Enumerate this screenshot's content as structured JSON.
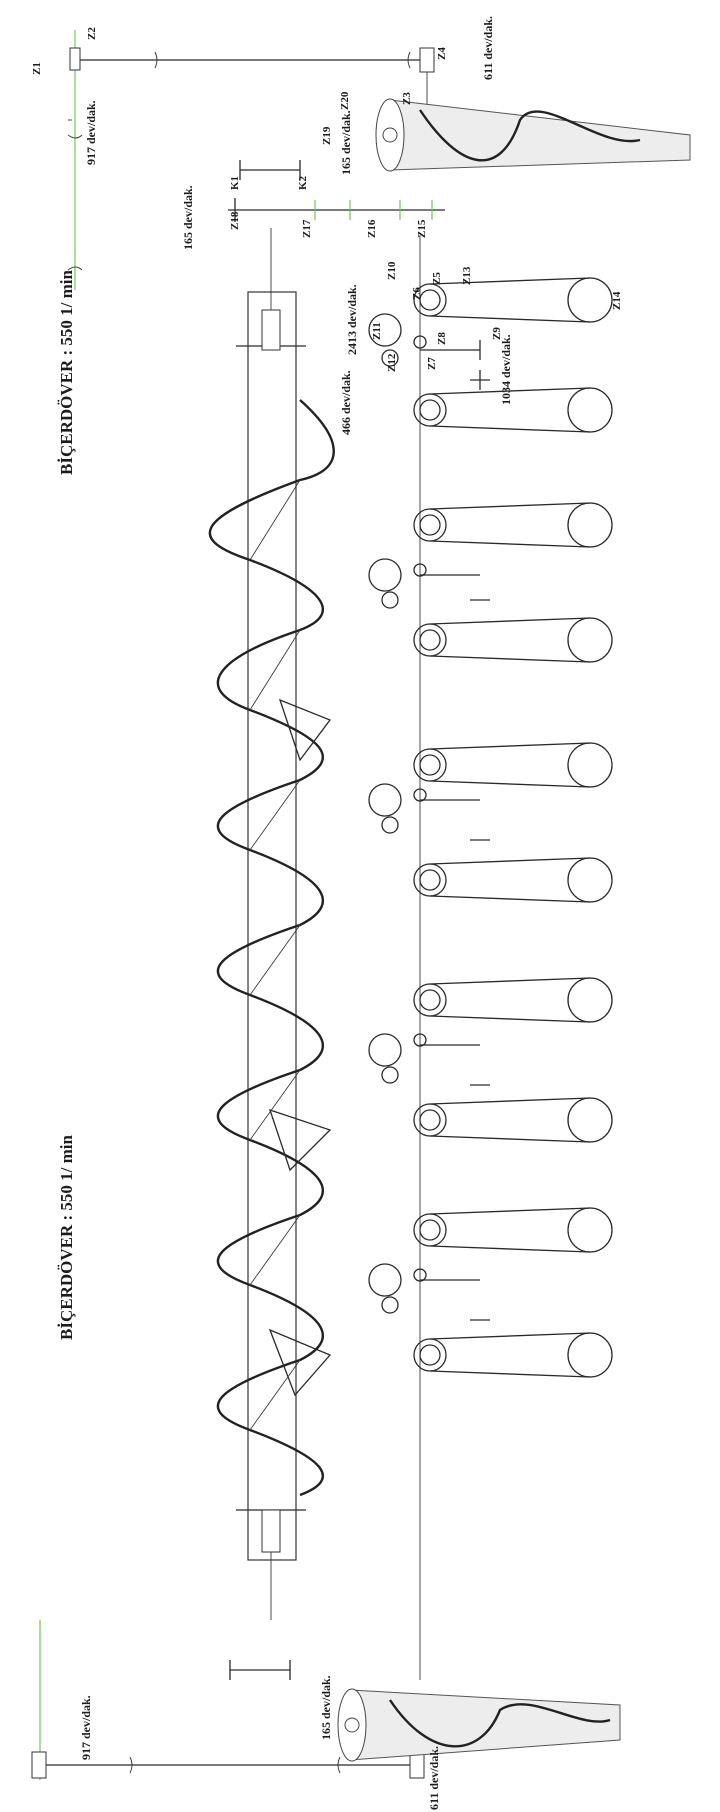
{
  "header": {
    "top": "BİÇERDÖVER : 550 1/ min",
    "bottom": "BİÇERDÖVER : 550 1/ min"
  },
  "speeds": {
    "s917": "917 dev/dak.",
    "s611": "611 dev/dak.",
    "s165": "165 dev/dak.",
    "s2413": "2413 dev/dak.",
    "s466": "466 dev/dak.",
    "s1034": "1034 dev/dak."
  },
  "gears": {
    "z1": "Z1",
    "z2": "Z2",
    "z3": "Z3",
    "z4": "Z4",
    "z5": "Z5",
    "z6": "Z6",
    "z7": "Z7",
    "z8": "Z8",
    "z9": "Z9",
    "z10": "Z10",
    "z11": "Z11",
    "z12": "Z12",
    "z13": "Z13",
    "z14": "Z14",
    "z15": "Z15",
    "z16": "Z16",
    "z17": "Z17",
    "z18": "Z18",
    "z19": "Z19",
    "z20": "Z20",
    "k1": "K1",
    "k2": "K2"
  }
}
